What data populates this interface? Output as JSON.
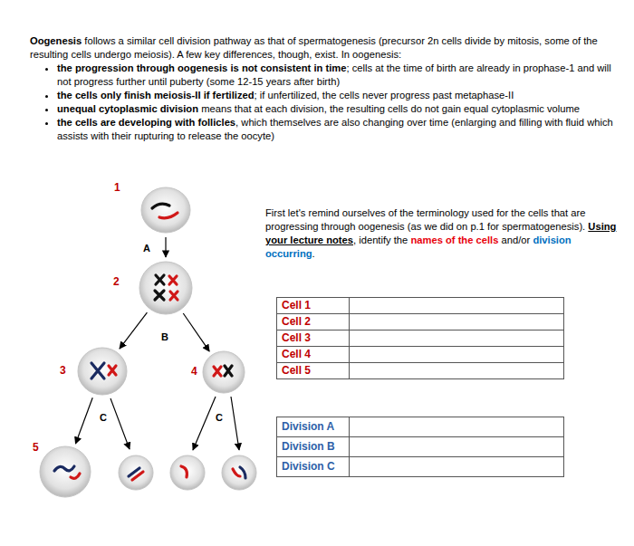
{
  "diagram": {
    "nodes": [
      {
        "text": [
          "1"
        ]
      },
      {
        "text": [
          "2"
        ]
      },
      {
        "text": [
          "3"
        ]
      },
      {
        "text": [
          "4"
        ]
      },
      {
        "text": [
          "5"
        ]
      }
    ],
    "edges": [
      {
        "from": 0,
        "to": 1,
        "label": "A",
        "arrow": "to"
      },
      {
        "from": 1,
        "to": 2,
        "label": "B",
        "arrow": "to"
      },
      {
        "from": 1,
        "to": 3,
        "arrow": "to"
      },
      {
        "from": 2,
        "to": 4,
        "label": "C",
        "arrow": "to"
      }
    ],
    "labels": [
      "Oogenesis",
      "follows a similar cell division pathway as that of spermatogenesis (precursor 2n cells divide by mitosis, some of the resulting cells undergo meiosis). A few key differences, though, exist. In oogenesis:",
      "the progression through oogenesis is not consistent in time",
      "; cells at the time of birth are already in prophase-1 and will not progress further until puberty (some 12-15 years after birth)",
      "the cells only finish meiosis-II if fertilized",
      "; if unfertilized, the cells never progress past metaphase-II",
      "unequal cytoplasmic division",
      "means that at each division, the resulting cells do not gain equal cytoplasmic volume",
      "the cells are developing with follicles",
      ", which themselves are also changing over time (enlarging and filling with fluid which assists with their rupturing to release the oocyte)",
      "First let's remind ourselves of the terminology used for the cells that are progressing through oogenesis (as we did on p.1 for spermatogenesis).",
      "Using your lecture notes",
      ", identify the",
      "names of the cells",
      "and/or",
      "division occurring",
      ".",
      "Cell 1",
      "Cell 2",
      "Cell 3",
      "Cell 4",
      "Cell 5",
      "Division A",
      "Division B",
      "Division C",
      "C"
    ]
  }
}
